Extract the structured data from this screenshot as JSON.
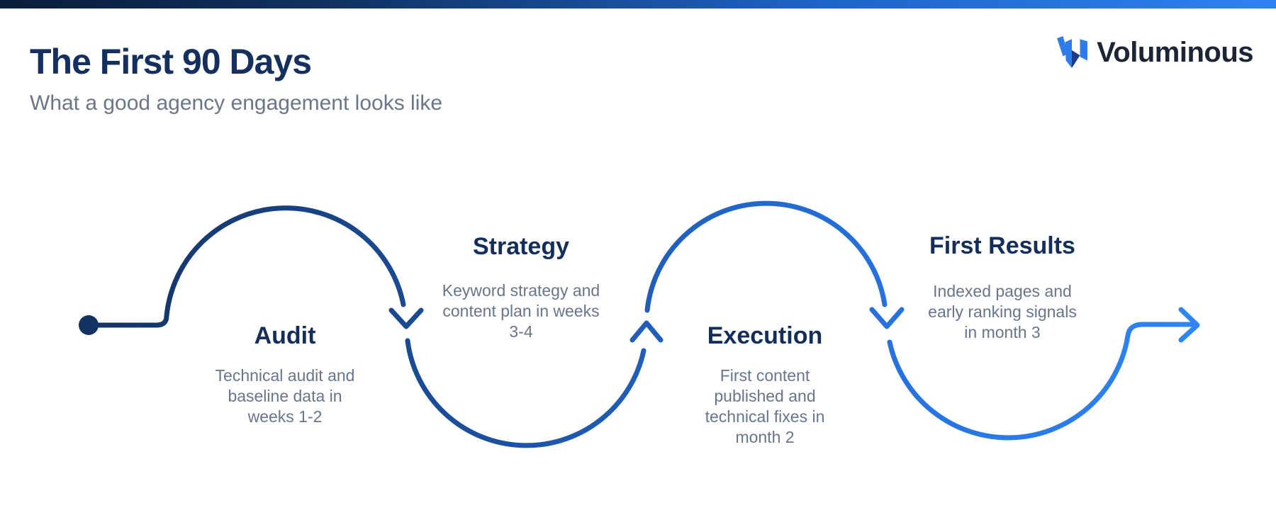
{
  "page": {
    "title": "The First 90 Days",
    "subtitle": "What a good agency engagement looks like"
  },
  "brand": {
    "name": "Voluminous"
  },
  "stages": [
    {
      "title": "Audit",
      "description": "Technical audit and\nbaseline data in\nweeks 1-2"
    },
    {
      "title": "Strategy",
      "description": "Keyword strategy and\ncontent plan in weeks\n3-4"
    },
    {
      "title": "Execution",
      "description": "First content\npublished and\ntechnical fixes in\nmonth 2"
    },
    {
      "title": "First Results",
      "description": "Indexed pages and\nearly ranking signals\nin month 3"
    }
  ],
  "colors": {
    "path_gradient_start": "#13315f",
    "path_gradient_mid1": "#1b4f9d",
    "path_gradient_mid2": "#2570dd",
    "path_gradient_end": "#2f86f5",
    "heading_navy": "#142e5c",
    "body_gray": "#68758b",
    "brand_blue": "#2e7ce9",
    "brand_navy": "#1d3c87"
  }
}
